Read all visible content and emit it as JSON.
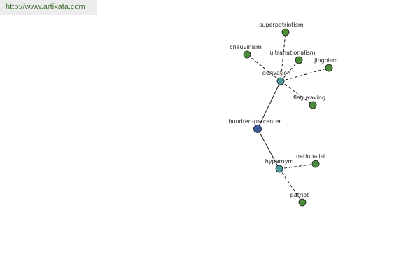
{
  "banner": {
    "url": "http://www.artikata.com"
  },
  "graph": {
    "colors": {
      "center": "#3d5a99",
      "relation": "#4a9a9a",
      "word": "#4c8a3c",
      "edge": "#111111"
    },
    "nodes": [
      {
        "id": "hundred-percenter",
        "label": "hundred-percenter",
        "kind": "center"
      },
      {
        "id": "derivation",
        "label": "derivation",
        "kind": "relation"
      },
      {
        "id": "hypernym",
        "label": "hypernym",
        "kind": "relation"
      },
      {
        "id": "superpatriotism",
        "label": "superpatriotism",
        "kind": "word"
      },
      {
        "id": "chauvinism",
        "label": "chauvinism",
        "kind": "word"
      },
      {
        "id": "ultranationalism",
        "label": "ultranationalism",
        "kind": "word"
      },
      {
        "id": "jingoism",
        "label": "jingoism",
        "kind": "word"
      },
      {
        "id": "flag-waving",
        "label": "flag waving",
        "kind": "word"
      },
      {
        "id": "nationalist",
        "label": "nationalist",
        "kind": "word"
      },
      {
        "id": "patriot",
        "label": "patriot",
        "kind": "word"
      }
    ],
    "edges": [
      {
        "from": "hundred-percenter",
        "to": "derivation",
        "style": "solid"
      },
      {
        "from": "hundred-percenter",
        "to": "hypernym",
        "style": "solid"
      },
      {
        "from": "derivation",
        "to": "superpatriotism",
        "style": "dashed"
      },
      {
        "from": "derivation",
        "to": "chauvinism",
        "style": "dashed"
      },
      {
        "from": "derivation",
        "to": "ultranationalism",
        "style": "dashed"
      },
      {
        "from": "derivation",
        "to": "jingoism",
        "style": "dashed"
      },
      {
        "from": "derivation",
        "to": "flag-waving",
        "style": "dashed"
      },
      {
        "from": "hypernym",
        "to": "nationalist",
        "style": "dashed"
      },
      {
        "from": "hypernym",
        "to": "patriot",
        "style": "dashed"
      }
    ]
  }
}
